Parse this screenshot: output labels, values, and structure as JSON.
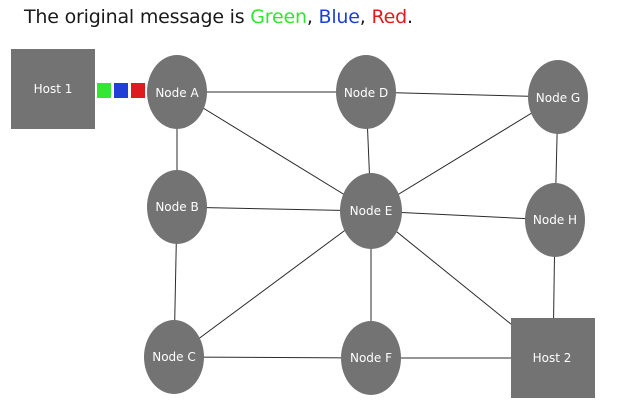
{
  "caption": {
    "prefix": "The original message is ",
    "green": "Green",
    "sep1": ", ",
    "blue": "Blue",
    "sep2": ", ",
    "red": "Red",
    "suffix": "."
  },
  "colors": {
    "node_fill": "#737373",
    "edge": "#2b2b2b",
    "label": "#ffffff",
    "green": "#33e633",
    "blue": "#1f3fd6",
    "red": "#e01b1b"
  },
  "hosts": {
    "host1": "Host 1",
    "host2": "Host 2"
  },
  "nodes": {
    "A": "Node A",
    "B": "Node B",
    "C": "Node C",
    "D": "Node D",
    "E": "Node E",
    "F": "Node F",
    "G": "Node G",
    "H": "Node H"
  },
  "edges": [
    [
      "A",
      "D"
    ],
    [
      "A",
      "B"
    ],
    [
      "A",
      "E"
    ],
    [
      "D",
      "G"
    ],
    [
      "D",
      "E"
    ],
    [
      "G",
      "E"
    ],
    [
      "G",
      "H"
    ],
    [
      "B",
      "E"
    ],
    [
      "B",
      "C"
    ],
    [
      "E",
      "H"
    ],
    [
      "E",
      "C"
    ],
    [
      "E",
      "F"
    ],
    [
      "E",
      "host2"
    ],
    [
      "C",
      "F"
    ],
    [
      "F",
      "host2"
    ],
    [
      "H",
      "host2"
    ]
  ],
  "packets": [
    "green",
    "blue",
    "red"
  ]
}
